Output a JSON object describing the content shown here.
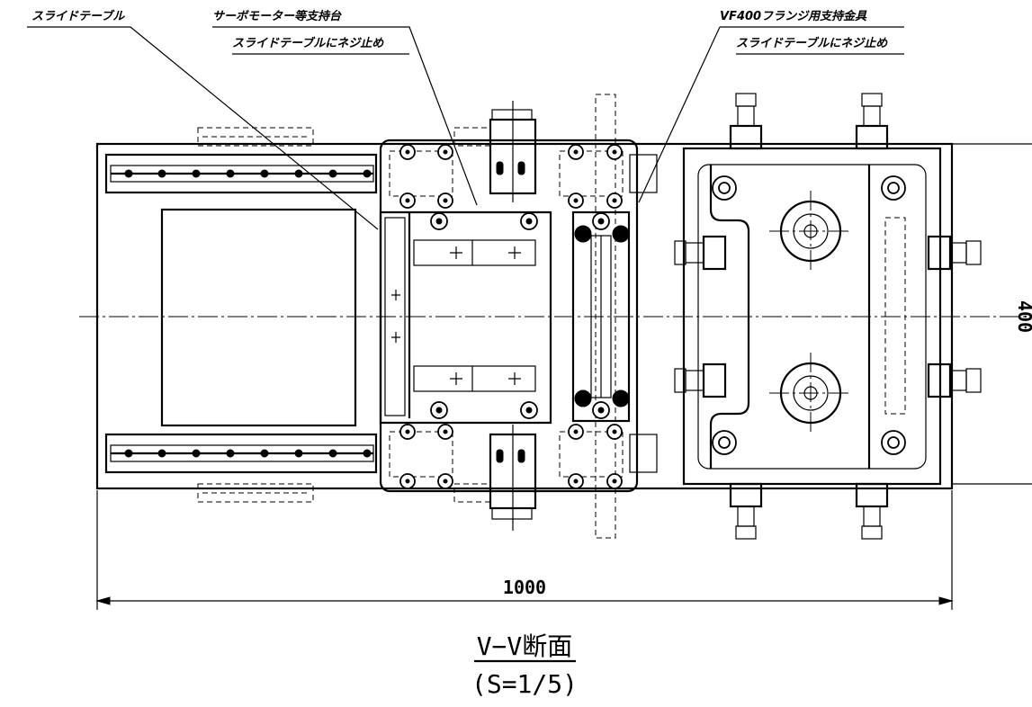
{
  "drawing": {
    "callouts": {
      "slide_table": "スライドテーブル",
      "servo_line1": "サーボモーター等支持台",
      "servo_line2": "スライドテーブルにネジ止め",
      "flange_line1": "VF400フランジ用支持金具",
      "flange_line2": "スライドテーブルにネジ止め"
    },
    "dimensions": {
      "width": "1000",
      "height_partial": "400"
    },
    "title": {
      "section": "V−V断面",
      "scale": "(S=1/5)"
    }
  }
}
